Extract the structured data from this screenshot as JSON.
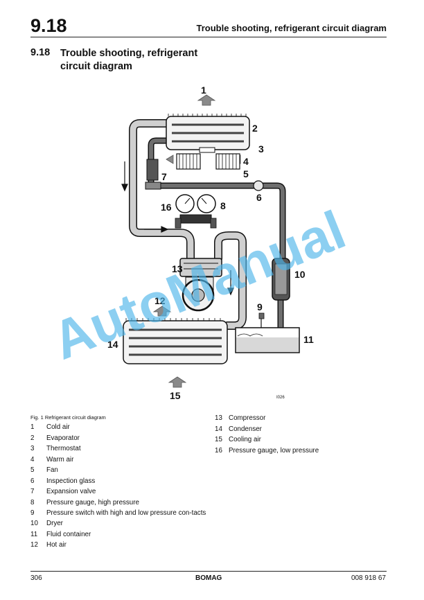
{
  "header": {
    "section_number": "9.18",
    "title": "Trouble shooting, refrigerant circuit diagram"
  },
  "section": {
    "number": "9.18",
    "title": "Trouble shooting, refrigerant circuit diagram"
  },
  "diagram": {
    "callouts": [
      "1",
      "2",
      "3",
      "4",
      "5",
      "6",
      "7",
      "8",
      "9",
      "10",
      "11",
      "12",
      "13",
      "14",
      "15",
      "16"
    ],
    "figure_code": "I026"
  },
  "watermark": "AutoManual",
  "caption": "Fig. 1 Refrigerant circuit diagram",
  "legend": [
    {
      "num": "1",
      "text": "Cold air"
    },
    {
      "num": "2",
      "text": "Evaporator"
    },
    {
      "num": "3",
      "text": "Thermostat"
    },
    {
      "num": "4",
      "text": "Warm air"
    },
    {
      "num": "5",
      "text": "Fan"
    },
    {
      "num": "6",
      "text": "Inspection glass"
    },
    {
      "num": "7",
      "text": "Expansion valve"
    },
    {
      "num": "8",
      "text": "Pressure gauge, high pressure"
    },
    {
      "num": "9",
      "text": "Pressure switch with high and low pressure con-tacts"
    },
    {
      "num": "10",
      "text": "Dryer"
    },
    {
      "num": "11",
      "text": "Fluid container"
    },
    {
      "num": "12",
      "text": "Hot air"
    },
    {
      "num": "13",
      "text": "Compressor"
    },
    {
      "num": "14",
      "text": "Condenser"
    },
    {
      "num": "15",
      "text": "Cooling air"
    },
    {
      "num": "16",
      "text": "Pressure gauge, low pressure"
    }
  ],
  "footer": {
    "page": "306",
    "brand": "BOMAG",
    "doc_code": "008 918 67"
  },
  "colors": {
    "pipe_light": "#d0d0d0",
    "pipe_dark": "#6e6e6e",
    "outline": "#111111",
    "watermark": "#4fb6ea"
  }
}
